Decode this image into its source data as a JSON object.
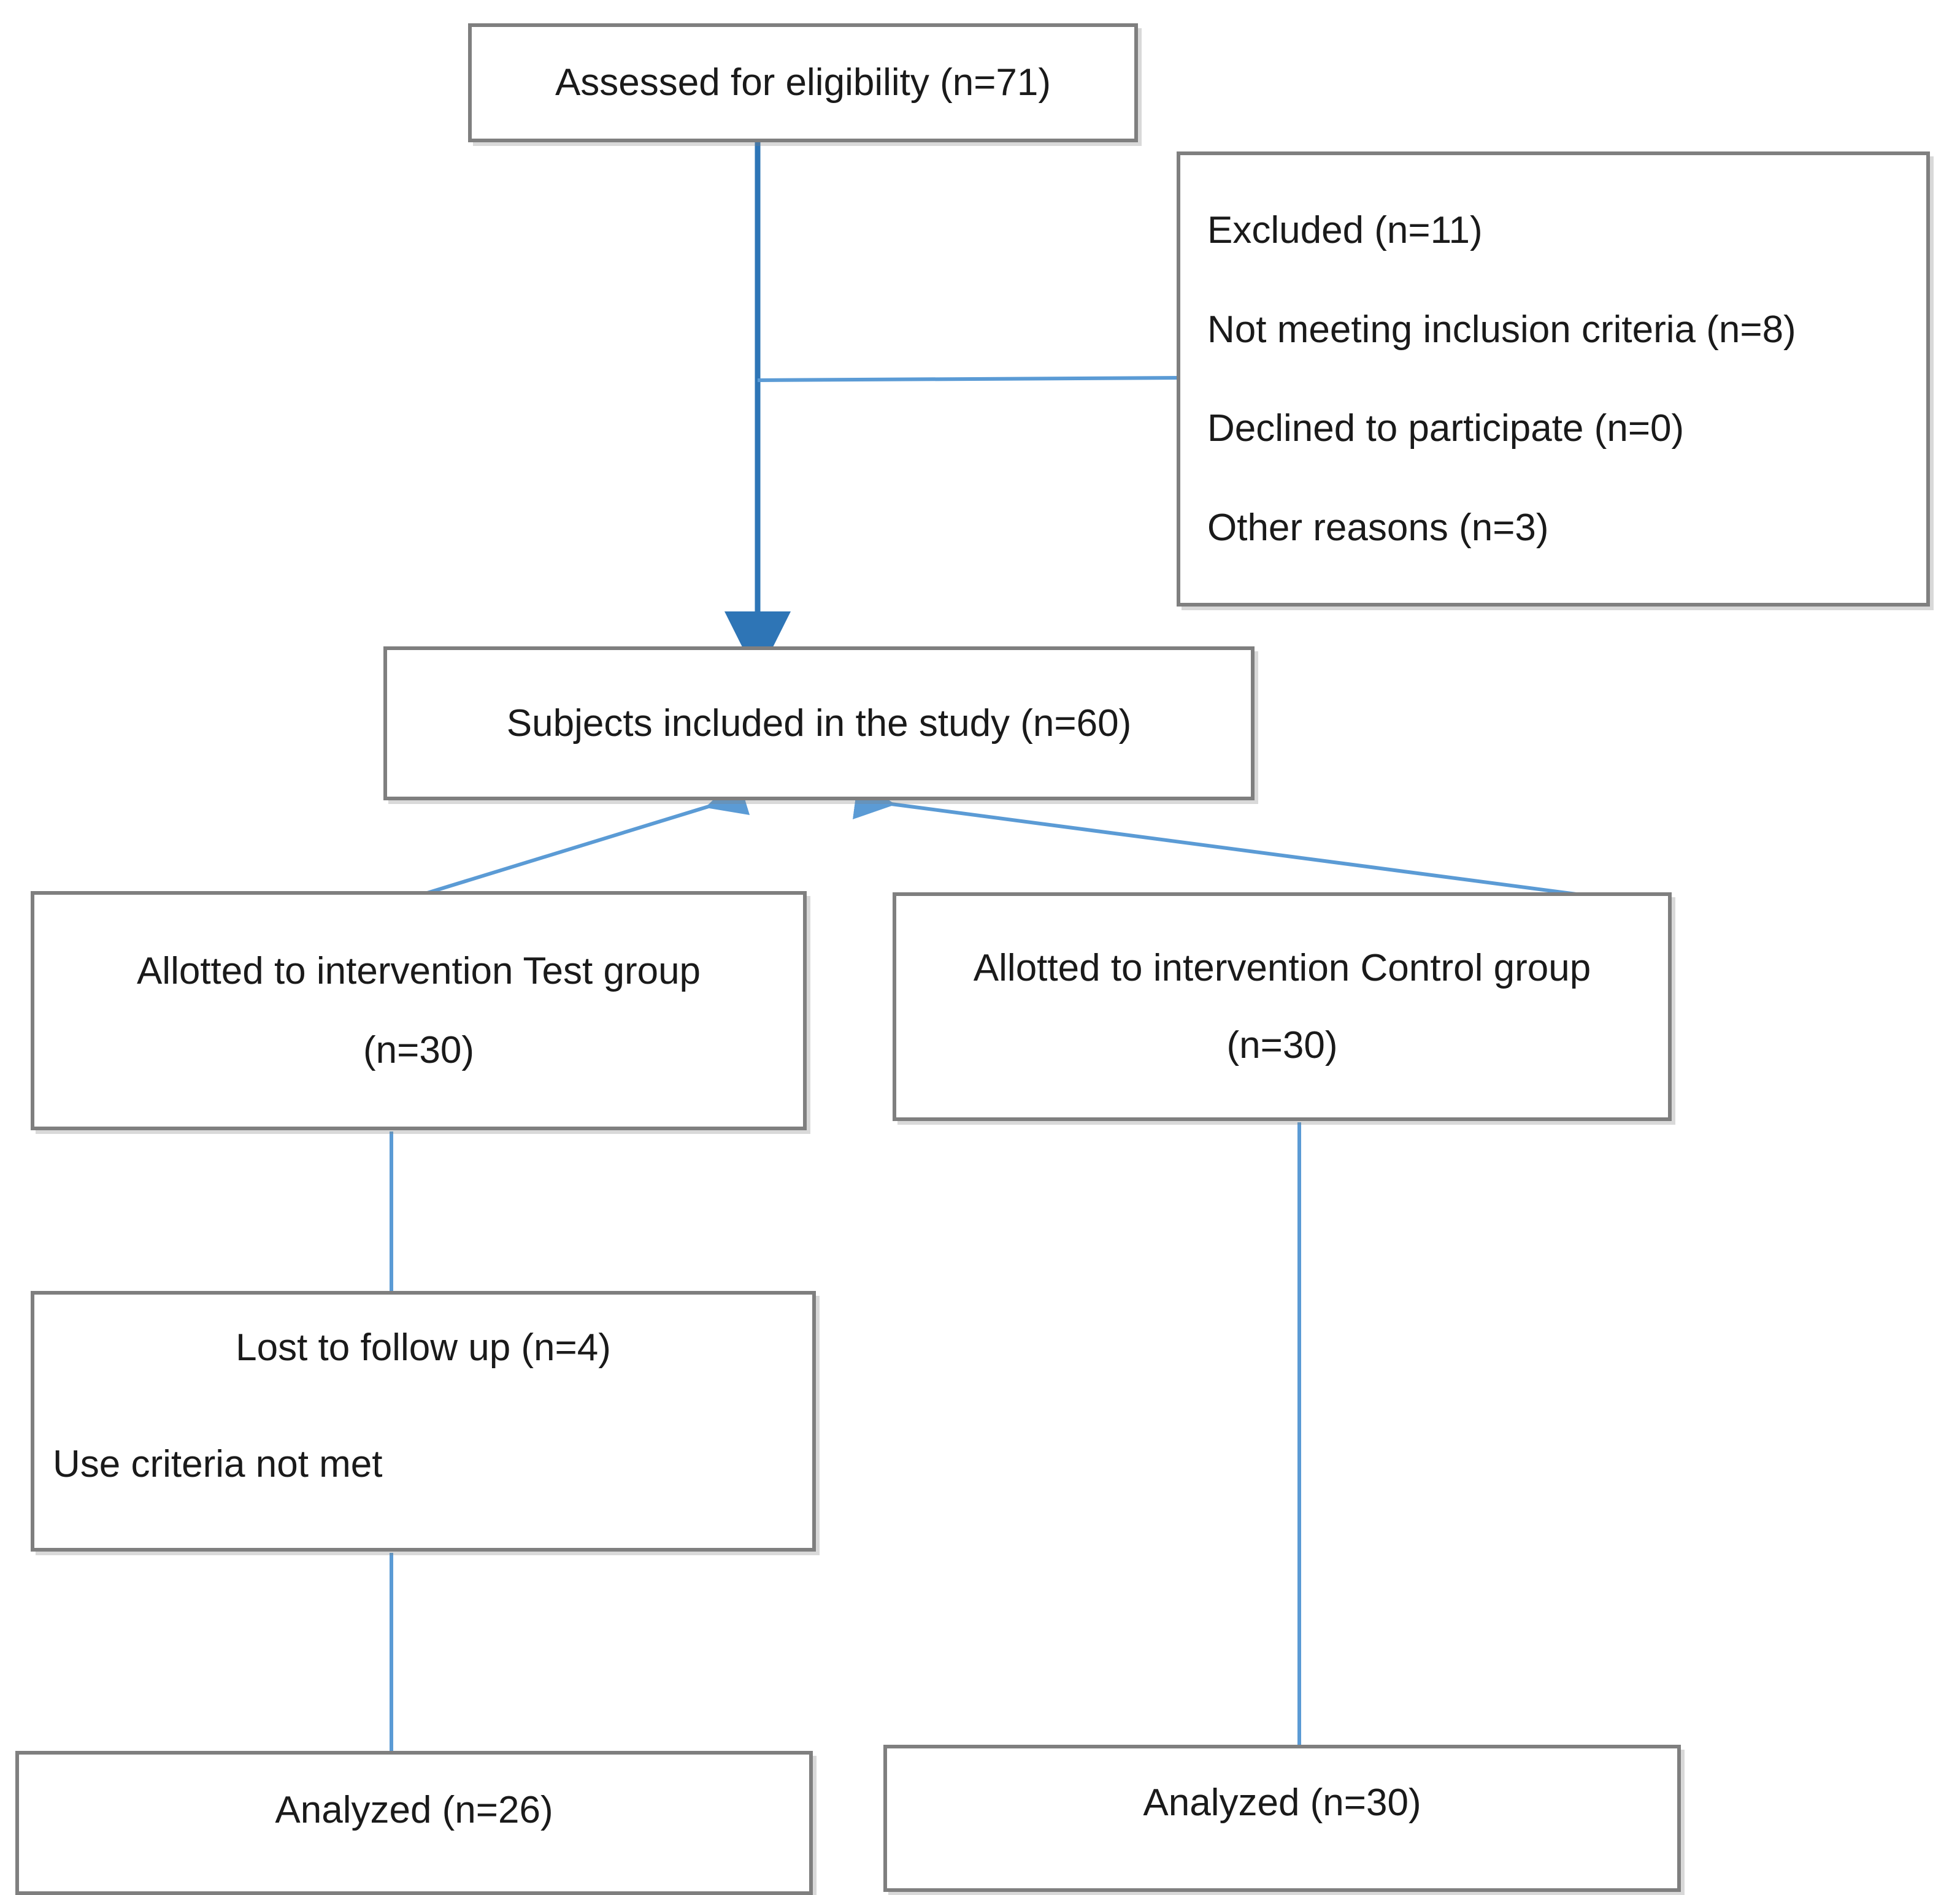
{
  "diagram": {
    "type": "consort-flow-diagram",
    "colors": {
      "box_border": "#7f7f7f",
      "box_fill": "#ffffff",
      "arrow_primary": "#2e75b6",
      "connector_line": "#5b9bd5",
      "text": "#1a1a1a"
    },
    "nodes": {
      "assessed": {
        "label": "Assessed for eligibility (n=71)",
        "n": 71
      },
      "excluded": {
        "title": "Excluded (n=11)",
        "n": 11,
        "reasons": [
          {
            "label": "Not meeting inclusion criteria (n=8)",
            "n": 8
          },
          {
            "label": "Declined to participate (n=0)",
            "n": 0
          },
          {
            "label": "Other reasons (n=3)",
            "n": 3
          }
        ]
      },
      "included": {
        "label": "Subjects included in the study (n=60)",
        "n": 60
      },
      "test_group": {
        "line1": "Allotted to intervention Test group",
        "line2": "(n=30)",
        "n": 30
      },
      "control_group": {
        "line1": "Allotted to intervention Control group",
        "line2": "(n=30)",
        "n": 30
      },
      "lost_to_follow_up": {
        "line1": "Lost to follow up (n=4)",
        "line2": "Use criteria not met",
        "n": 4
      },
      "analyzed_test": {
        "label": "Analyzed (n=26)",
        "n": 26
      },
      "analyzed_control": {
        "label": "Analyzed (n=30)",
        "n": 30
      }
    }
  }
}
